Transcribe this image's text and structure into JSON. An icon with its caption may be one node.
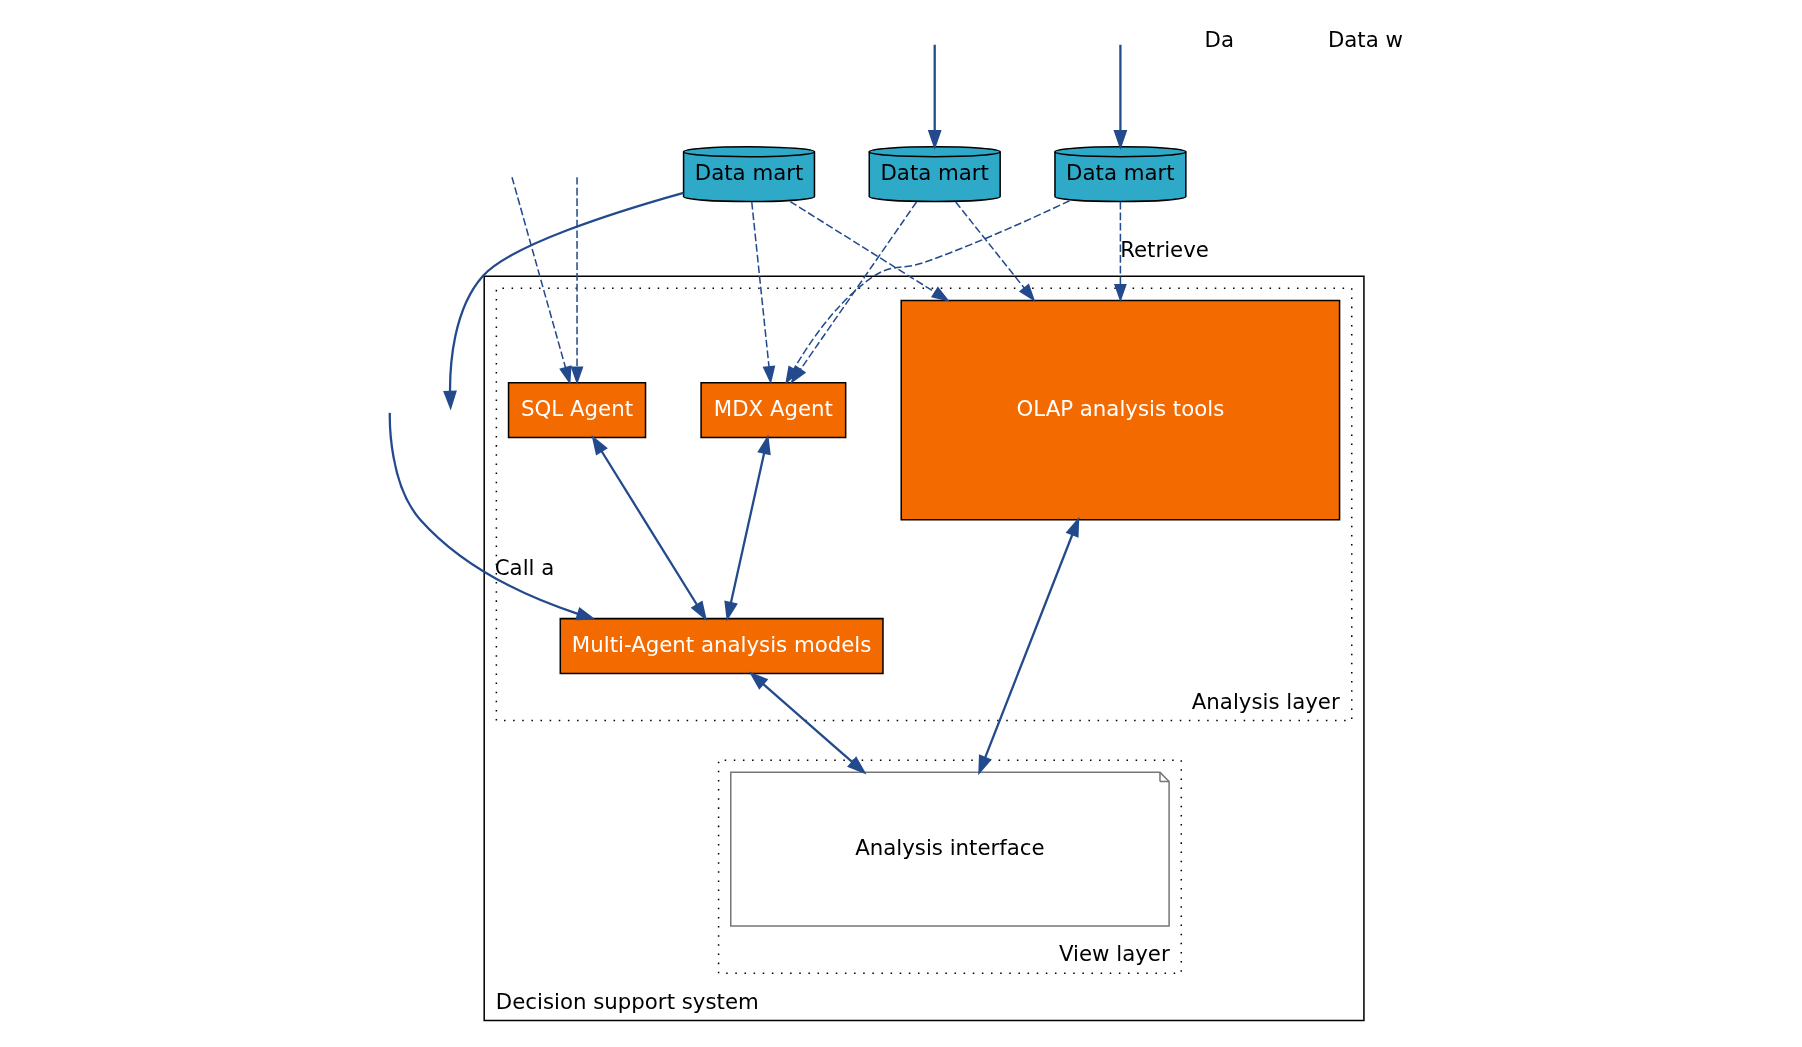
{
  "diagram": {
    "nodes": [
      {
        "text": [
          "Data mart"
        ]
      },
      {
        "text": [
          "Data mart"
        ]
      },
      {
        "text": [
          "Data mart"
        ]
      },
      {
        "text": [
          "Decision support system"
        ]
      },
      {
        "text": [
          "Analysis layer"
        ],
        "in": 3
      },
      {
        "text": [
          "SQL Agent"
        ],
        "in": 4
      },
      {
        "text": [
          "MDX Agent"
        ],
        "in": 4
      },
      {
        "text": [
          "OLAP analysis tools"
        ],
        "in": 4
      },
      {
        "text": [
          "Multi-Agent analysis models"
        ],
        "in": 4
      },
      {
        "text": [
          "View layer"
        ],
        "in": 3
      },
      {
        "text": [
          "Analysis interface"
        ],
        "in": 9
      }
    ],
    "edges": [
      {
        "from": null,
        "to": 0,
        "arrow": "to"
      },
      {
        "from": null,
        "to": 1,
        "arrow": "to"
      },
      {
        "from": 2,
        "to": null,
        "arrow": "to"
      },
      {
        "from": null,
        "to": 5,
        "arrow": "to",
        "style": "dashed"
      },
      {
        "from": null,
        "to": 5,
        "arrow": "to",
        "style": "dashed"
      },
      {
        "from": null,
        "to": 8,
        "arrow": "to",
        "label": "Call a"
      },
      {
        "from": 0,
        "to": 6,
        "arrow": "to",
        "style": "dashed"
      },
      {
        "from": 0,
        "to": 7,
        "arrow": "to",
        "style": "dashed"
      },
      {
        "from": 1,
        "to": 6,
        "arrow": "to",
        "style": "dashed"
      },
      {
        "from": 1,
        "to": 7,
        "arrow": "to",
        "style": "dashed",
        "label": "Retrieve"
      },
      {
        "from": 2,
        "to": 6,
        "arrow": "to",
        "style": "dashed"
      },
      {
        "from": 2,
        "to": 7,
        "arrow": "to",
        "style": "dashed"
      },
      {
        "from": 5,
        "to": 8,
        "arrow": "both"
      },
      {
        "from": 6,
        "to": 8,
        "arrow": "both"
      },
      {
        "from": 8,
        "to": 10,
        "arrow": "both"
      },
      {
        "from": 7,
        "to": 10,
        "arrow": "both"
      }
    ],
    "labels": [
      "Da",
      "Data w"
    ]
  }
}
